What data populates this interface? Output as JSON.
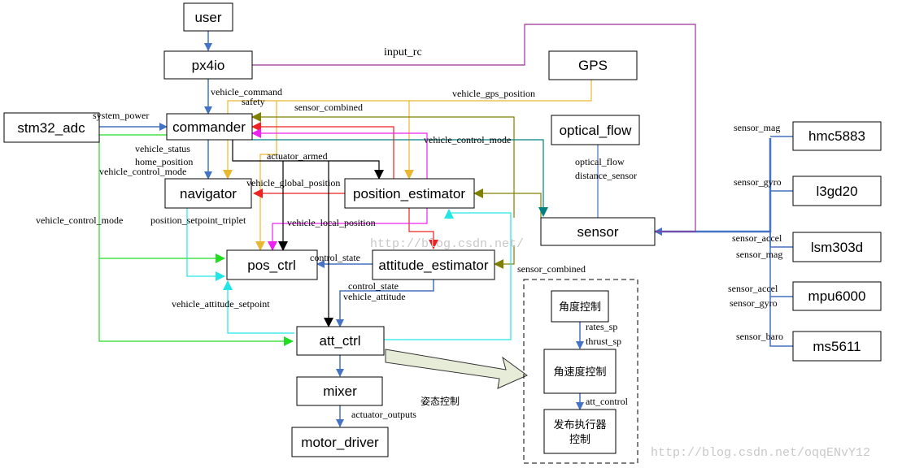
{
  "nodes": {
    "user": "user",
    "px4io": "px4io",
    "gps": "GPS",
    "stm32_adc": "stm32_adc",
    "commander": "commander",
    "optical_flow": "optical_flow",
    "navigator": "navigator",
    "position_estimator": "position_estimator",
    "sensor": "sensor",
    "pos_ctrl": "pos_ctrl",
    "attitude_estimator": "attitude_estimator",
    "att_ctrl": "att_ctrl",
    "mixer": "mixer",
    "motor_driver": "motor_driver",
    "hmc5883": "hmc5883",
    "l3gd20": "l3gd20",
    "lsm303d": "lsm303d",
    "mpu6000": "mpu6000",
    "ms5611": "ms5611",
    "angle_ctrl": "角度控制",
    "rate_ctrl": "角速度控制",
    "publish_line1": "发布执行器",
    "publish_line2": "控制"
  },
  "edges": {
    "input_rc": "input_rc",
    "vehicle_command": "vehicle_command",
    "safety": "safety",
    "vehicle_gps_position": "vehicle_gps_position",
    "sensor_combined_top": "sensor_combined",
    "system_power": "system_power",
    "vehicle_control_mode_top": "vehicle_control_mode",
    "vehicle_status": "vehicle_status",
    "home_position": "home_position",
    "vehicle_control_mode_nav": "vehicle_control_mode",
    "actuator_armed": "actuator_armed",
    "vehicle_global_position": "vehicle_global_position",
    "optical_flow_msg": "optical_flow",
    "distance_sensor": "distance_sensor",
    "vehicle_control_mode_left": "vehicle_control_mode",
    "position_setpoint_triplet": "position_setpoint_triplet",
    "vehicle_local_position": "vehicle_local_position",
    "control_state_1": "control_state",
    "sensor_combined_bottom": "sensor_combined",
    "control_state_2": "control_state",
    "vehicle_attitude": "vehicle_attitude",
    "vehicle_attitude_setpoint": "vehicle_attitude_setpoint",
    "rates_sp": "rates_sp",
    "thrust_sp": "thrust_sp",
    "att_control": "att_control",
    "attitude_control_cn": "姿态控制",
    "actuator_outputs": "actuator_outputs",
    "sensor_mag_1": "sensor_mag",
    "sensor_gyro_1": "sensor_gyro",
    "sensor_accel_1": "sensor_accel",
    "sensor_mag_2": "sensor_mag",
    "sensor_accel_2": "sensor_accel",
    "sensor_gyro_2": "sensor_gyro",
    "sensor_baro": "sensor_baro"
  },
  "watermarks": {
    "center": "http://blog.csdn.net/",
    "bottom": "http://blog.csdn.net/oqqENvY12"
  },
  "colors": {
    "blue": "#4472c4",
    "purple": "#993399",
    "gold": "#e8b830",
    "olive": "#808000",
    "green": "#22dd22",
    "cyan": "#22e6e6",
    "teal": "#008080",
    "red": "#ee2222",
    "magenta": "#ee22ee",
    "black": "#000000"
  }
}
